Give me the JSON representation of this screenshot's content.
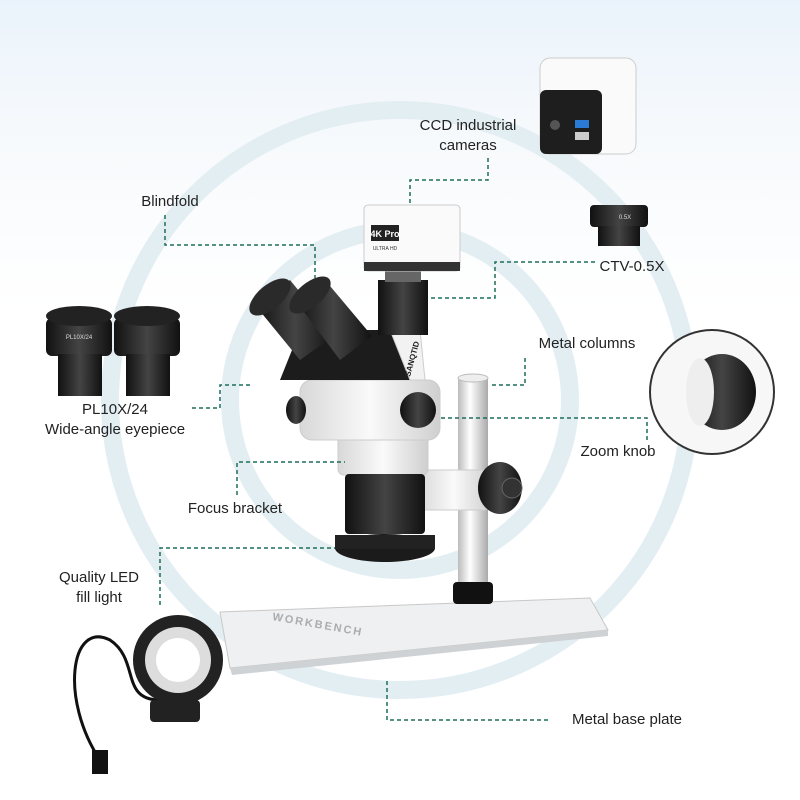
{
  "labels": {
    "ccd_line1": "CCD industrial",
    "ccd_line2": "cameras",
    "blindfold": "Blindfold",
    "ctv": "CTV-0.5X",
    "eyepiece_line1": "PL10X/24",
    "eyepiece_line2": "Wide-angle eyepiece",
    "metal_columns": "Metal columns",
    "zoom_knob": "Zoom knob",
    "focus_bracket": "Focus bracket",
    "led_line1": "Quality LED",
    "led_line2": "fill light",
    "base_plate": "Metal base plate"
  },
  "product_markings": {
    "camera_badge": "4K Pro",
    "camera_sub": "ULTRA HD",
    "ctv_mark": "0.5X",
    "eyepiece_mark": "PL10X/24",
    "brand": "SANQTID",
    "base_text": "WORKBENCH"
  },
  "colors": {
    "connector": "#1f6e5a",
    "background_top": "#eaf3fb",
    "body": "#f4f4f4",
    "black_parts": "#1a1a1a"
  }
}
